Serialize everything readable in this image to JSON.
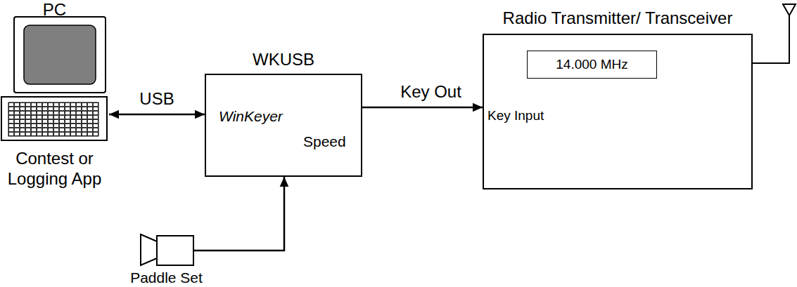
{
  "diagram": {
    "nodes": [
      {
        "text": [
          "PC",
          "Contest or Logging App"
        ]
      },
      {
        "text": [
          "WKUSB",
          "WinKeyer",
          "Speed"
        ]
      },
      {
        "text": [
          "Radio Transmitter/ Transceiver",
          "Key Input"
        ]
      },
      {
        "text": [
          "14.000 MHz"
        ],
        "in": 2
      },
      {
        "text": [
          "Paddle Set"
        ]
      }
    ],
    "edges": [
      {
        "from": 0,
        "to": 1,
        "label": "USB",
        "arrow": "both"
      },
      {
        "from": 1,
        "to": 2,
        "label": "Key Out",
        "arrow": "to"
      },
      {
        "from": 4,
        "to": 1,
        "arrow": "to"
      }
    ]
  }
}
